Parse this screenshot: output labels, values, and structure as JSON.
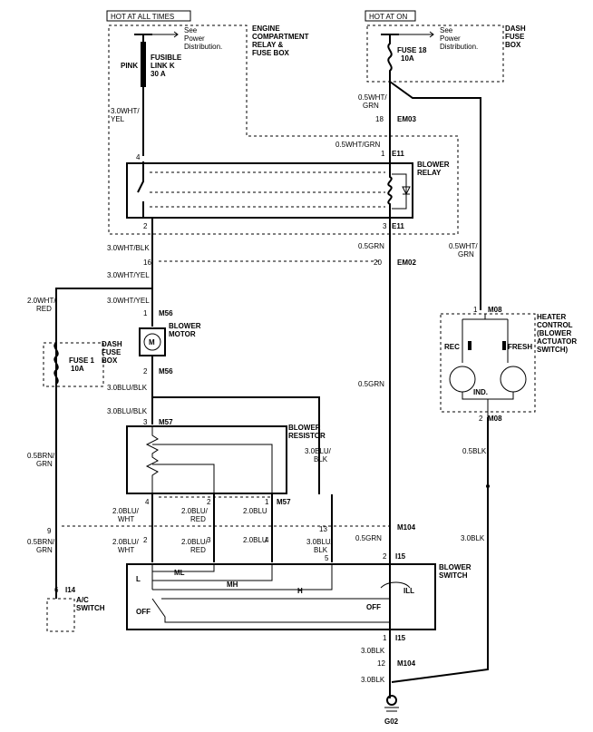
{
  "banners": {
    "hot_all_times": "HOT AT ALL TIMES",
    "hot_at_on": "HOT AT ON"
  },
  "engine_box": {
    "label1": "ENGINE",
    "label2": "COMPARTMENT",
    "label3": "RELAY &",
    "label4": "FUSE BOX",
    "see1": "See",
    "see2": "Power",
    "see3": "Distribution."
  },
  "fusible_link": {
    "color": "PINK",
    "l1": "FUSIBLE",
    "l2": "LINK K",
    "l3": "30 A"
  },
  "dash_fuse_top": {
    "l1": "DASH",
    "l2": "FUSE",
    "l3": "BOX",
    "fuse1": "FUSE 18",
    "fuse2": "10A",
    "see1": "See",
    "see2": "Power",
    "see3": "Distribution."
  },
  "wires": {
    "w3wht_yel_a": "3.0WHT/",
    "w3wht_yel_b": "YEL",
    "w05wht_grn_a": "0.5WHT/",
    "w05wht_grn_b": "GRN",
    "pin18": "18",
    "em03": "EM03",
    "w05wht_grn_full": "0.5WHT/GRN",
    "e11_top": "E11",
    "pin1_top": "1",
    "pin4": "4",
    "pin2_relay": "2",
    "pin3_relay": "3",
    "e11_bot": "E11",
    "w3wht_blk": "3.0WHT/BLK",
    "w05grn": "0.5GRN",
    "w05wht_grn2_a": "0.5WHT/",
    "w05wht_grn2_b": "GRN",
    "pin16": "16",
    "pin20": "20",
    "em02": "EM02",
    "w3wht_yel2": "3.0WHT/YEL",
    "w2wht_red_a": "2.0WHT/",
    "w2wht_red_b": "RED",
    "w3wht_yel3": "3.0WHT/YEL",
    "pin1_m56": "1",
    "m56_top": "M56",
    "pin1_m08": "1",
    "m08_top": "M08",
    "pin2_m56": "2",
    "m56_bot": "M56",
    "w3blu_blk1": "3.0BLU/BLK",
    "w05grn_mid": "0.5GRN",
    "w3blu_blk2": "3.0BLU/BLK",
    "pin3_m57": "3",
    "m57_top": "M57",
    "pin2_m08": "2",
    "m08_bot": "M08",
    "w05blk": "0.5BLK",
    "w3blu_blk3_a": "3.0BLU/",
    "w3blu_blk3_b": "BLK",
    "w05brn_grn_a": "0.5BRN/",
    "w05brn_grn_b": "GRN",
    "pin4_m57": "4",
    "pin2_m57": "2",
    "pin1_m57": "1",
    "m57_mid": "M57",
    "w2blu_wht_a": "2.0BLU/",
    "w2blu_wht_b": "WHT",
    "w2blu_red_a": "2.0BLU/",
    "w2blu_red_b": "RED",
    "w2blu": "2.0BLU",
    "pin9": "9",
    "pin13": "13",
    "m104_a": "M104",
    "w3blk_right": "3.0BLK",
    "w05brn_grn2_a": "0.5BRN/",
    "w05brn_grn2_b": "GRN",
    "pin2_l": "2",
    "w2blu_wht2_a": "2.0BLU/",
    "w2blu_wht2_b": "WHT",
    "pin3_l": "3",
    "w2blu_red2_a": "2.0BLU/",
    "w2blu_red2_b": "RED",
    "pin4_l": "4",
    "w2blu2": "2.0BLU",
    "pin5_l": "5",
    "w3blu_blk4_a": "3.0BLU/",
    "w3blu_blk4_b": "BLK",
    "w05grn_low": "0.5GRN",
    "pin2_i15": "2",
    "i15_top": "I15",
    "pin1_i15": "1",
    "i15_bot": "I15",
    "w3blk1": "3.0BLK",
    "pin12": "12",
    "m104_b": "M104",
    "w3blk2": "3.0BLK",
    "g02": "G02",
    "pin6": "6",
    "i14": "I14"
  },
  "components": {
    "relay1": "BLOWER",
    "relay2": "RELAY",
    "motor1": "BLOWER",
    "motor2": "MOTOR",
    "motor_m": "M",
    "dash_fuse1_a": "DASH",
    "dash_fuse1_b": "FUSE",
    "dash_fuse1_c": "BOX",
    "fuse1_a": "FUSE 1",
    "fuse1_b": "10A",
    "resistor1": "BLOWER",
    "resistor2": "RESISTOR",
    "heater1": "HEATER",
    "heater2": "CONTROL",
    "heater3": "(BLOWER",
    "heater4": "ACTUATOR",
    "heater5": "SWITCH)",
    "rec": "REC",
    "fresh": "FRESH",
    "ind": "IND.",
    "switch1": "BLOWER",
    "switch2": "SWITCH",
    "sw_l": "L",
    "sw_ml": "ML",
    "sw_mh": "MH",
    "sw_h": "H",
    "sw_off_left": "OFF",
    "sw_off_right": "OFF",
    "sw_ill": "ILL",
    "ac1": "A/C",
    "ac2": "SWITCH"
  }
}
